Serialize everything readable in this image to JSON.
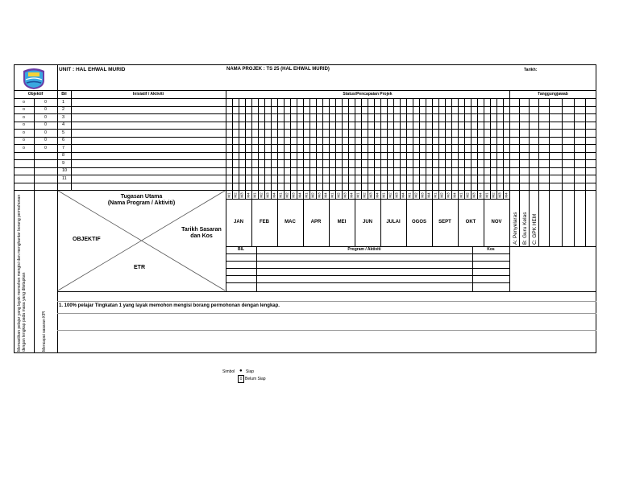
{
  "header": {
    "unit": "UNIT : HAL EHWAL MURID",
    "project": "NAMA PROJEK : TS 25 (HAL EHWAL MURID)",
    "date_label": "Tarikh:"
  },
  "table_headers": {
    "objective": "Objektif",
    "bil": "Bil",
    "initiative": "Inisiatif / Aktiviti",
    "status": "Status/Pencapaian  Projek",
    "responsibility": "Tanggungjawab"
  },
  "rows": [
    {
      "bil": "1",
      "o1": "o",
      "o2": "0"
    },
    {
      "bil": "2",
      "o1": "o",
      "o2": "0"
    },
    {
      "bil": "3",
      "o1": "o",
      "o2": "0"
    },
    {
      "bil": "4",
      "o1": "o",
      "o2": "0"
    },
    {
      "bil": "5",
      "o1": "o",
      "o2": "0"
    },
    {
      "bil": "6",
      "o1": "o",
      "o2": "0"
    },
    {
      "bil": "7",
      "o1": "o",
      "o2": "0"
    },
    {
      "bil": "8",
      "o1": "",
      "o2": ""
    },
    {
      "bil": "9",
      "o1": "",
      "o2": ""
    },
    {
      "bil": "10",
      "o1": "",
      "o2": ""
    },
    {
      "bil": "11",
      "o1": "",
      "o2": ""
    }
  ],
  "side_labels": {
    "objective_text": "Memastikan pelajar yang layak memohon mengisi dan menghantar borang permohonan dengan lengkap pada masa yang ditetapkan",
    "kpi_text": "Mencapai sasaran KPI"
  },
  "diagram": {
    "top": "Tugasan Utama",
    "top_sub": "(Nama Program / Aktiviti)",
    "left": "OBJEKTIF",
    "right_1": "Tarikh Sasaran",
    "right_2": "dan Kos",
    "bottom": "ETR"
  },
  "weeks": [
    "M1",
    "M2",
    "M3",
    "M4"
  ],
  "months": [
    "JAN",
    "FEB",
    "MAC",
    "APR",
    "MEI",
    "JUN",
    "JULAI",
    "OGOS",
    "SEPT",
    "OKT",
    "NOV"
  ],
  "responsibility_roles": [
    "A: Penyelaras",
    "B: Guru Kelas",
    "C: GPK HEM"
  ],
  "program_table": {
    "bil": "BIL",
    "program": "Program / Aktiviti",
    "cost": "Kos"
  },
  "kpi": {
    "line1": "1. 100% pelajar Tingkatan 1 yang layak memohon mengisi borang permohonan dengan lengkap."
  },
  "legend": {
    "label": "Simbol",
    "done_icon": "●",
    "done": "Siap",
    "pending_icon": "0",
    "pending": "Belum Siap"
  }
}
